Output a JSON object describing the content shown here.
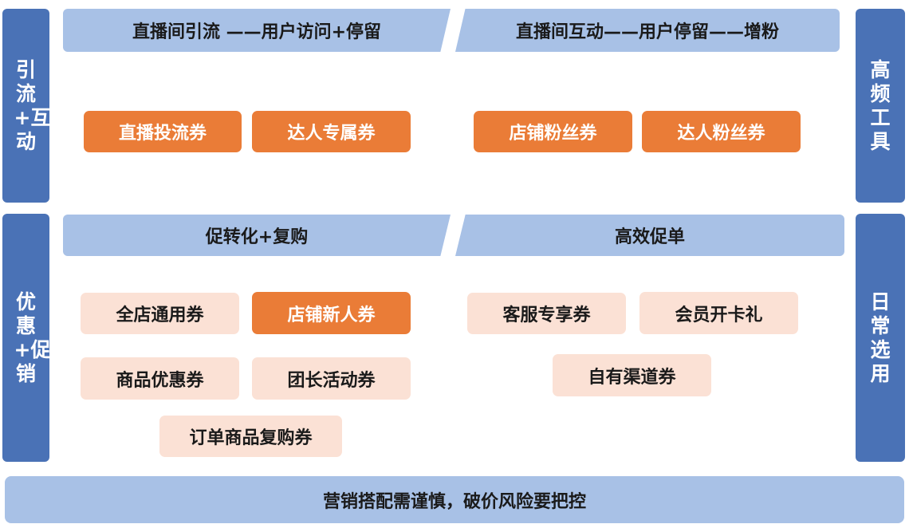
{
  "side_labels": {
    "left_top": "引流+互动",
    "left_bottom": "优惠+促销",
    "right_top": "高频工具",
    "right_bottom": "日常选用"
  },
  "headers": {
    "top_left": "直播间引流 ——用户访问+停留",
    "top_right": "直播间互动——用户停留——增粉",
    "bottom_left": "促转化+复购",
    "bottom_right": "高效促单"
  },
  "coupons": {
    "live_traffic": "直播投流券",
    "influencer_exclusive": "达人专属券",
    "store_fans": "店铺粉丝券",
    "influencer_fans": "达人粉丝券",
    "store_general": "全店通用券",
    "store_new_user": "店铺新人券",
    "product_discount": "商品优惠券",
    "group_leader_activity": "团长活动券",
    "order_repurchase": "订单商品复购券",
    "customer_service": "客服专享券",
    "member_card_gift": "会员开卡礼",
    "own_channel": "自有渠道券"
  },
  "footer": {
    "text": "营销搭配需谨慎，破价风险要把控"
  },
  "colors": {
    "side_blue": "#4a72b6",
    "header_blue": "#a8c1e6",
    "coupon_orange": "#ea7c37",
    "coupon_pale": "#fbe1d5"
  }
}
